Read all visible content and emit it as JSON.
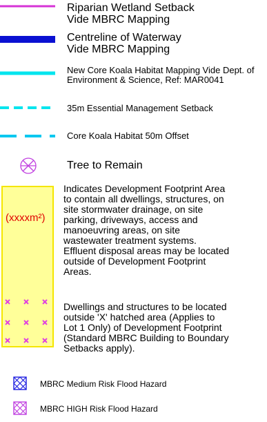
{
  "legend": {
    "riparian": {
      "line1": "Riparian Wetland Setback",
      "line2": "Vide MBRC Mapping",
      "color": "#d633d6"
    },
    "centreline": {
      "line1": "Centreline of Waterway",
      "line2": "Vide MBRC Mapping",
      "color": "#0a10d2"
    },
    "koala_core": {
      "line1": "New Core Koala Habitat Mapping Vide Dept. of",
      "line2": "Environment & Science, Ref: MAR0041",
      "color": "#00e5ee"
    },
    "essential_setback": {
      "label": "35m Essential Management Setback",
      "color": "#00e5ee"
    },
    "koala_offset": {
      "label": "Core Koala Habitat 50m Offset",
      "color": "#00c8f0"
    },
    "tree": {
      "label": "Tree to Remain",
      "color": "#c040e0",
      "icon": "tree-to-remain-icon"
    },
    "footprint": {
      "area_label": "(xxxxm²)",
      "fill_color": "#ffff99",
      "border_color": "#f5e600",
      "area_color": "#e00000",
      "x_color": "#e040e0",
      "description1": [
        "Indicates Development Footprint Area",
        "to contain all dwellings, structures, on",
        "site stormwater drainage, on site",
        "parking, driveways, access and",
        "manoeuvring areas, on site",
        "wastewater treatment systems.",
        "Effluent disposal areas may be located",
        "outside of Development Footprint",
        "Areas."
      ],
      "description2": [
        "Dwellings and structures to be located",
        "outside 'X' hatched area (Applies to",
        "Lot 1 Only) of Development Footprint",
        "(Standard MBRC Building to Boundary",
        "Setbacks apply)."
      ]
    },
    "flood_medium": {
      "label": "MBRC Medium Risk Flood Hazard",
      "color": "#2020e0"
    },
    "flood_high": {
      "label": "MBRC HIGH Risk Flood Hazard",
      "color": "#c040e0"
    }
  }
}
